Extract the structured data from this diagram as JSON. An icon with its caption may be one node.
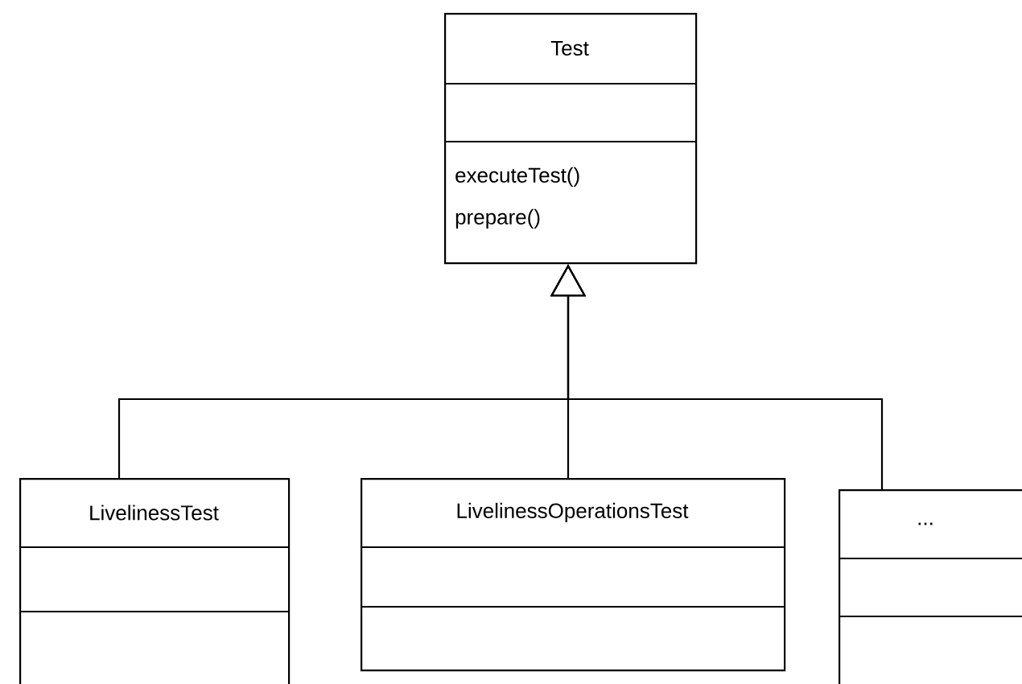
{
  "diagram": {
    "nodes": [
      {
        "text": [
          "Test",
          "executeTest()",
          "prepare()"
        ]
      },
      {
        "text": [
          "LivelinessTest"
        ]
      },
      {
        "text": [
          "LivelinessOperationsTest"
        ]
      },
      {
        "text": [
          "..."
        ]
      }
    ],
    "edges": [
      {
        "from": 1,
        "to": 0,
        "arrow": "to"
      },
      {
        "from": 2,
        "to": 0,
        "arrow": "to"
      },
      {
        "from": 3,
        "to": 0,
        "arrow": "to"
      }
    ]
  }
}
